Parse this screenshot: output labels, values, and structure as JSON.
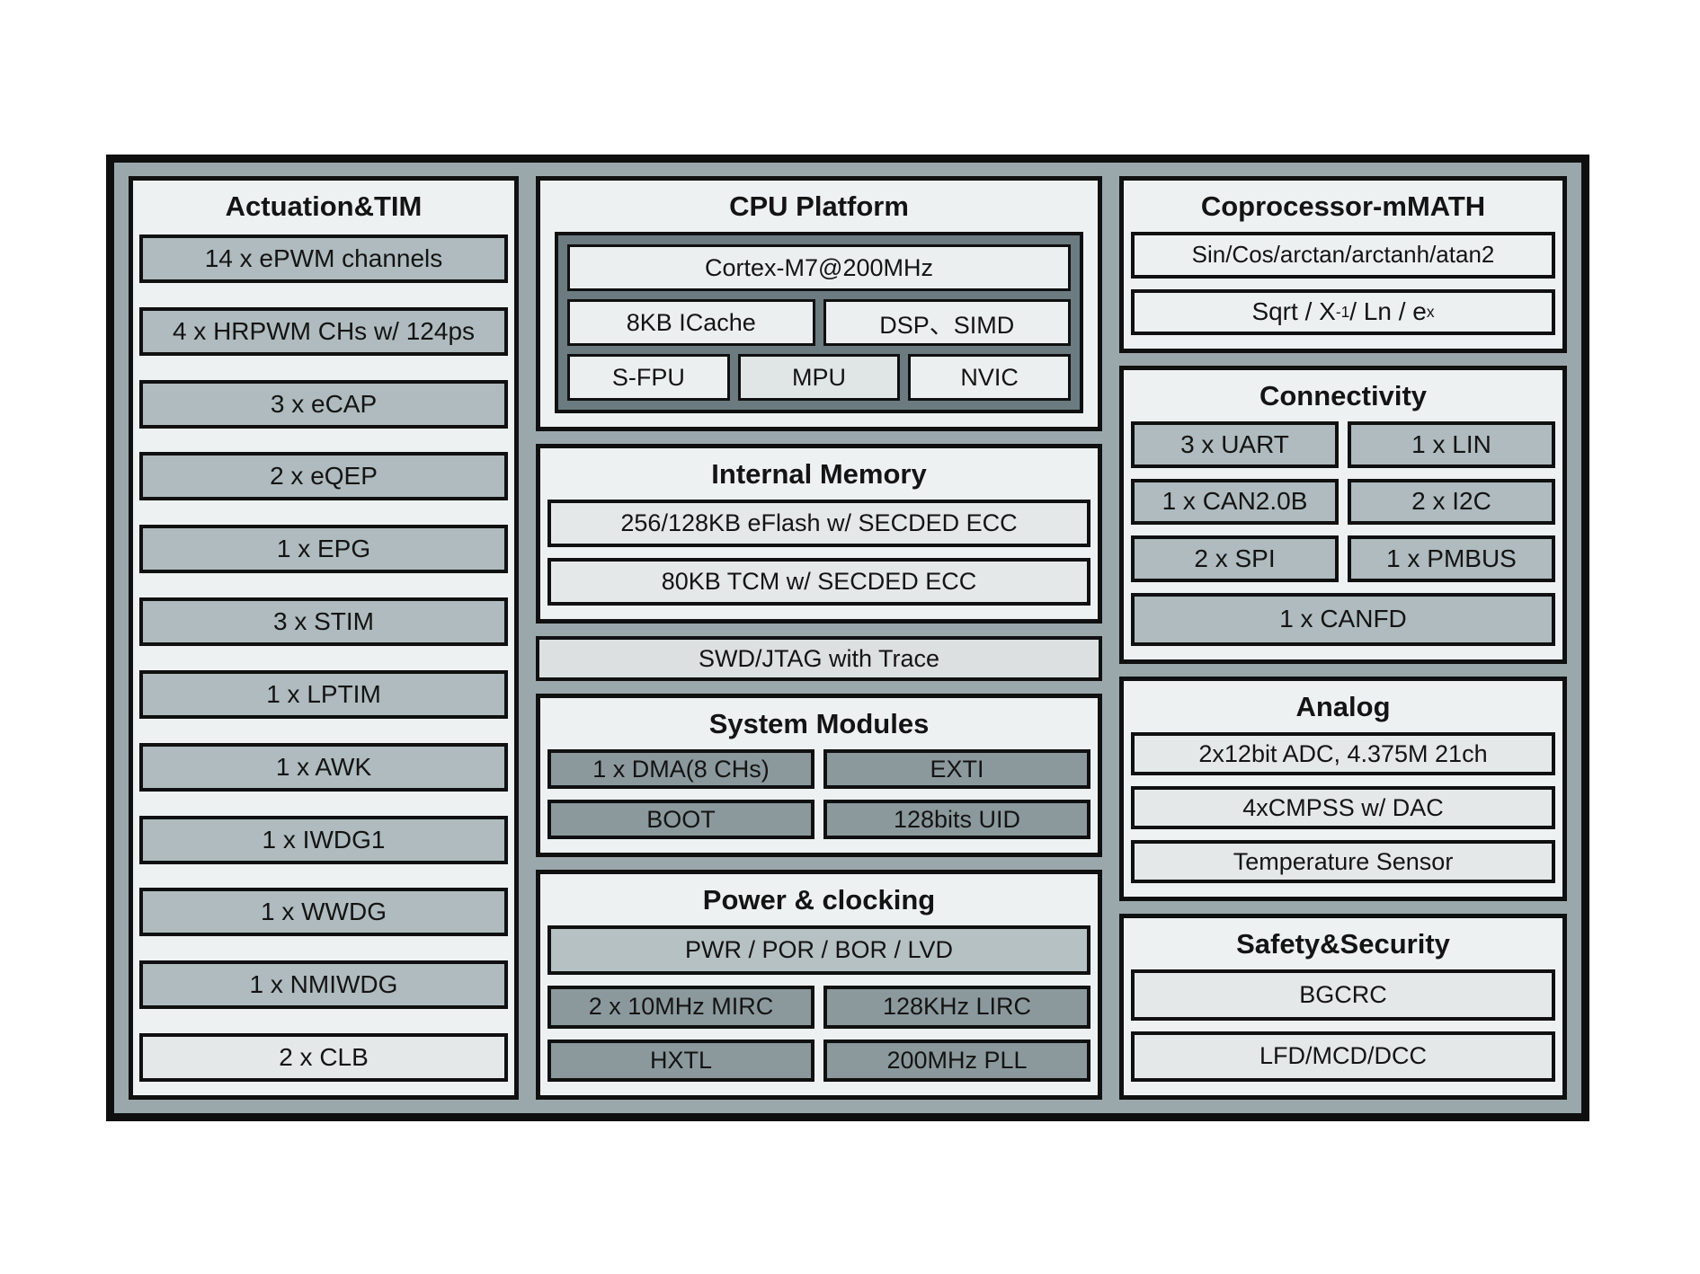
{
  "palette": {
    "frame": "#0f0f0f",
    "canvas_gray": "#9aa8ac",
    "panel_bg": "#eef1f2",
    "box_medium_gray": "#afbbbe",
    "box_dark_gray": "#8b999d",
    "box_light_gray": "#e4e8e9",
    "cpu_inner_gray": "#6b7b80",
    "power_bar_gray": "#b6c1c4"
  },
  "actuation": {
    "title": "Actuation&TIM",
    "items": [
      {
        "label": "14 x ePWM channels",
        "tone": "medium"
      },
      {
        "label": "4 x HRPWM CHs w/ 124ps",
        "tone": "medium"
      },
      {
        "label": "3 x eCAP",
        "tone": "medium"
      },
      {
        "label": "2 x eQEP",
        "tone": "medium"
      },
      {
        "label": "1 x EPG",
        "tone": "medium"
      },
      {
        "label": "3 x STIM",
        "tone": "medium"
      },
      {
        "label": "1 x LPTIM",
        "tone": "medium"
      },
      {
        "label": "1 x AWK",
        "tone": "medium"
      },
      {
        "label": "1 x IWDG1",
        "tone": "medium"
      },
      {
        "label": "1 x WWDG",
        "tone": "medium"
      },
      {
        "label": "1 x NMIWDG",
        "tone": "medium"
      },
      {
        "label": "2 x CLB",
        "tone": "light"
      }
    ]
  },
  "cpu": {
    "title": "CPU Platform",
    "core": "Cortex-M7@200MHz",
    "cache": "8KB ICache",
    "dsp": "DSP、SIMD",
    "fpu": "S-FPU",
    "mpu": "MPU",
    "nvic": "NVIC"
  },
  "memory": {
    "title": "Internal Memory",
    "eflash": "256/128KB eFlash w/ SECDED ECC",
    "tcm": "80KB TCM w/ SECDED ECC"
  },
  "debug": {
    "label": "SWD/JTAG with Trace"
  },
  "system": {
    "title": "System Modules",
    "dma": "1 x DMA(8 CHs)",
    "exti": "EXTI",
    "boot": "BOOT",
    "uid": "128bits UID"
  },
  "power": {
    "title": "Power & clocking",
    "pwr": "PWR / POR / BOR / LVD",
    "mirc": "2 x 10MHz MIRC",
    "lirc": "128KHz LIRC",
    "hxtl": "HXTL",
    "pll": "200MHz PLL"
  },
  "math": {
    "title": "Coprocessor-mMATH",
    "trig": "Sin/Cos/arctan/arctanh/atan2",
    "expr_base": "Sqrt / X",
    "expr_sup1": "-1",
    "expr_mid": " / Ln / e",
    "expr_sup2": "x"
  },
  "connectivity": {
    "title": "Connectivity",
    "uart": "3 x UART",
    "lin": "1 x LIN",
    "can": "1 x CAN2.0B",
    "i2c": "2 x I2C",
    "spi": "2 x SPI",
    "pmbus": "1 x PMBUS",
    "canfd": "1 x CANFD"
  },
  "analog": {
    "title": "Analog",
    "adc": "2x12bit ADC, 4.375M 21ch",
    "cmpss": "4xCMPSS w/ DAC",
    "temp": "Temperature Sensor"
  },
  "safety": {
    "title": "Safety&Security",
    "bgcrc": "BGCRC",
    "lfd": "LFD/MCD/DCC"
  }
}
